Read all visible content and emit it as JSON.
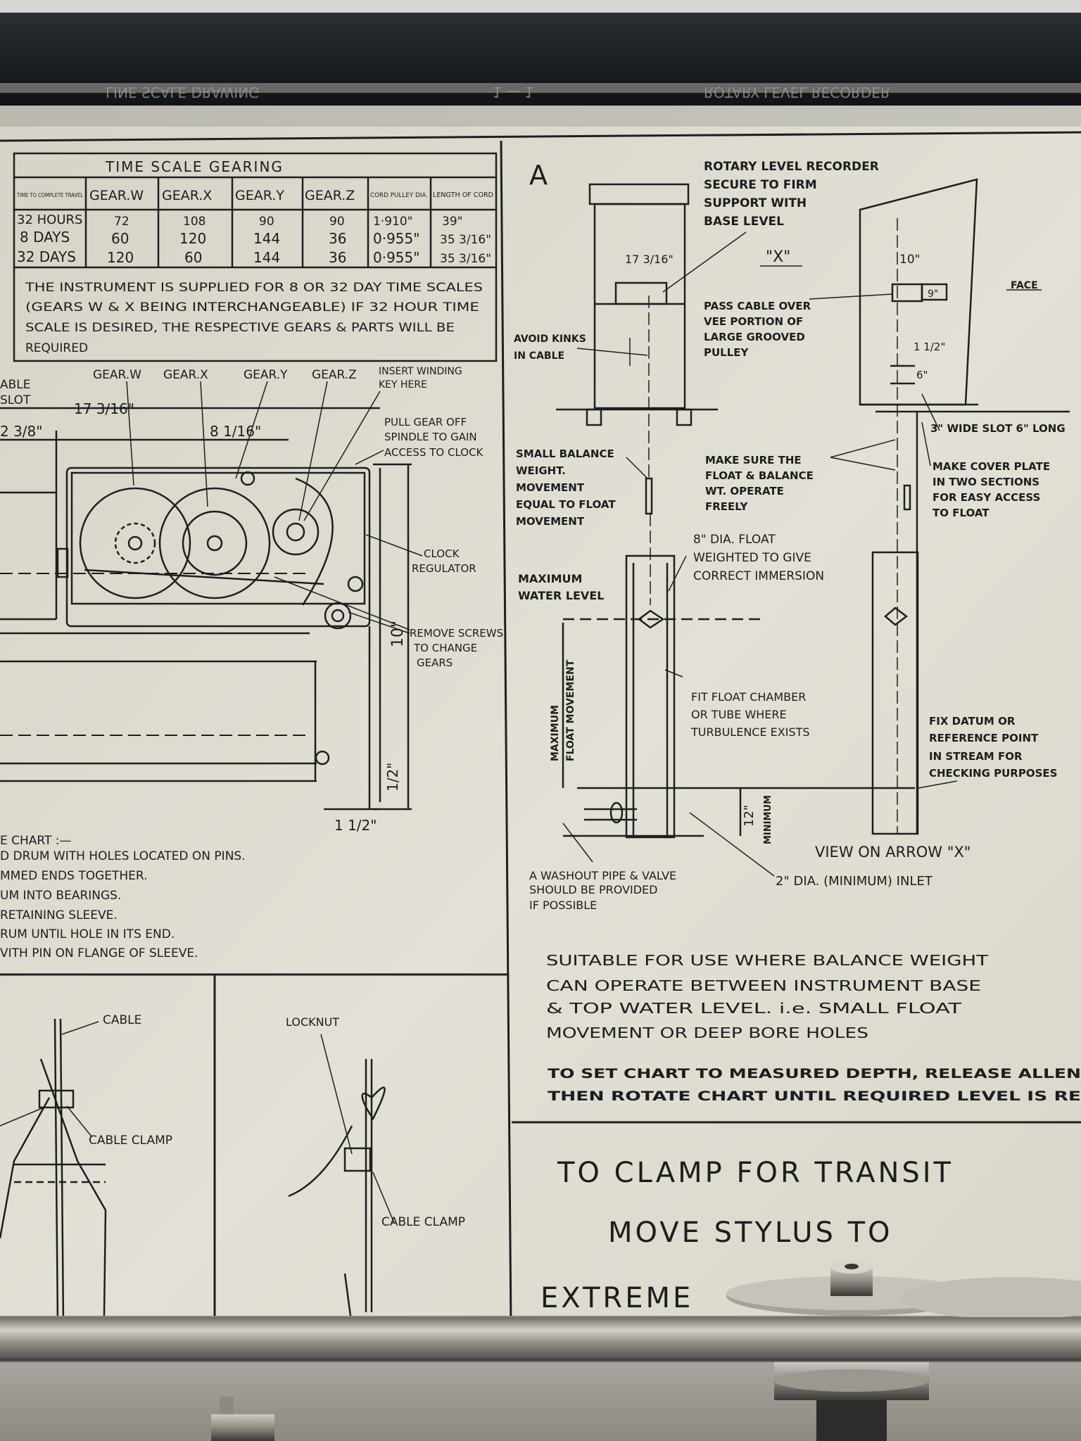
{
  "top_strip": {
    "mirror_left": "LINE  SCALE  DRAWING",
    "mirror_mid": "1 — 1",
    "mirror_right": "ROTARY LEVEL RECORDER"
  },
  "table": {
    "title": "TIME   SCALE   GEARING",
    "headers": [
      "TIME TO COMPLETE TRAVEL",
      "GEAR.W",
      "GEAR.X",
      "GEAR.Y",
      "GEAR.Z",
      "CORD PULLEY DIA.",
      "LENGTH OF CORD"
    ],
    "rows": [
      [
        "32 HOURS",
        "72",
        "108",
        "90",
        "90",
        "1·910\"",
        "39\""
      ],
      [
        "8 DAYS",
        "60",
        "120",
        "144",
        "36",
        "0·955\"",
        "35 3/16\""
      ],
      [
        "32 DAYS",
        "120",
        "60",
        "144",
        "36",
        "0·955\"",
        "35 3/16\""
      ]
    ],
    "note": [
      "THE INSTRUMENT IS SUPPLIED FOR 8 OR 32 DAY TIME SCALES",
      "(GEARS W & X BEING INTERCHANGEABLE) IF 32 HOUR TIME",
      "SCALE IS DESIRED, THE RESPECTIVE GEARS & PARTS WILL BE",
      "REQUIRED"
    ]
  },
  "gear_view": {
    "gear_labels": [
      "GEAR.W",
      "GEAR.X",
      "GEAR.Y",
      "GEAR.Z"
    ],
    "winding_key": [
      "INSERT WINDING",
      "KEY  HERE"
    ],
    "pull_gear": [
      "PULL GEAR OFF",
      "SPINDLE TO GAIN",
      "ACCESS TO CLOCK"
    ],
    "clock_regulator": [
      "CLOCK",
      "REGULATOR"
    ],
    "remove_screws": [
      "REMOVE SCREWS",
      "TO CHANGE",
      "GEARS"
    ],
    "left_cut": [
      "ABLE",
      "SLOT"
    ],
    "dim_1": "17 3/16\"",
    "dim_2": "8 1/16\"",
    "dim_3": "2 3/8\"",
    "dim_4": "10\"",
    "dim_5": "1/2\"",
    "dim_6": "1 1/2\""
  },
  "chart_instructions": [
    "E  CHART :—",
    "D DRUM WITH HOLES LOCATED ON PINS.",
    "MMED  ENDS  TOGETHER.",
    "UM  INTO  BEARINGS.",
    "RETAINING  SLEEVE.",
    "RUM UNTIL HOLE IN ITS END.",
    "VITH PIN ON FLANGE OF SLEEVE."
  ],
  "install": {
    "section_letter": "A",
    "header": [
      "ROTARY LEVEL RECORDER",
      "SECURE TO FIRM",
      "SUPPORT  WITH",
      "BASE  LEVEL"
    ],
    "arrow_x": "\"X\"",
    "face": "FACE",
    "pass_cable": [
      "PASS CABLE OVER",
      "VEE  PORTION  OF",
      "LARGE GROOVED",
      "PULLEY"
    ],
    "avoid_kinks": [
      "AVOID KINKS",
      "IN CABLE"
    ],
    "small_balance": [
      "SMALL BALANCE",
      "WEIGHT.",
      "MOVEMENT",
      "EQUAL TO FLOAT",
      "MOVEMENT"
    ],
    "make_sure": [
      "MAKE SURE  THE",
      "FLOAT & BALANCE",
      "WT.  OPERATE",
      "FREELY"
    ],
    "slot_text": "3\" WIDE SLOT 6\" LONG",
    "cover_plate": [
      "MAKE COVER PLATE",
      "IN TWO  SECTIONS",
      "FOR EASY ACCESS",
      "TO  FLOAT"
    ],
    "float_dia": [
      "8\" DIA. FLOAT",
      "WEIGHTED TO GIVE",
      "CORRECT IMMERSION"
    ],
    "max_water": [
      "MAXIMUM",
      "WATER LEVEL"
    ],
    "max_float_move": [
      "MAXIMUM",
      "FLOAT MOVEMENT"
    ],
    "fit_chamber": [
      "FIT FLOAT  CHAMBER",
      "OR TUBE  WHERE",
      "TURBULENCE EXISTS"
    ],
    "fix_datum": [
      "FIX DATUM  OR",
      "REFERENCE POINT",
      "IN STREAM  FOR",
      "CHECKING PURPOSES"
    ],
    "minimum": "MINIMUM",
    "dim_12": "12\"",
    "dim_10": "10\"",
    "dim_9": "9\"",
    "dim_12b": "1 1/2\"",
    "dim_6": "6\"",
    "dim_17": "17 3/16\"",
    "view_arrow": "VIEW ON ARROW \"X\"",
    "washout": [
      "A WASHOUT PIPE & VALVE",
      "SHOULD BE PROVIDED",
      "IF  POSSIBLE"
    ],
    "inlet": "2\" DIA. (MINIMUM) INLET",
    "suitable": [
      "SUITABLE  FOR  USE  WHERE  BALANCE  WEIGHT",
      "CAN  OPERATE  BETWEEN  INSTRUMENT  BASE",
      "& TOP  WATER  LEVEL. i.e.  SMALL  FLOAT",
      "MOVEMENT  OR  DEEP  BORE  HOLES"
    ],
    "set_chart": [
      "TO SET CHART TO MEASURED DEPTH,  RELEASE  ALLEN",
      "THEN  ROTATE  CHART  UNTIL  REQUIRED  LEVEL  IS  RE"
    ]
  },
  "clamp_panel": {
    "line1": "TO  CLAMP  FOR  TRANSIT",
    "line2": "MOVE   STYLUS   TO",
    "line3": "EXTREME"
  },
  "cable_details": {
    "cable": "CABLE",
    "cable_clamp_1": "CABLE  CLAMP",
    "locknut": "LOCKNUT",
    "cable_clamp_2": "CABLE  CLAMP"
  },
  "bottom_mirror": {
    "text": "MOVE  STYLUS  TO"
  }
}
